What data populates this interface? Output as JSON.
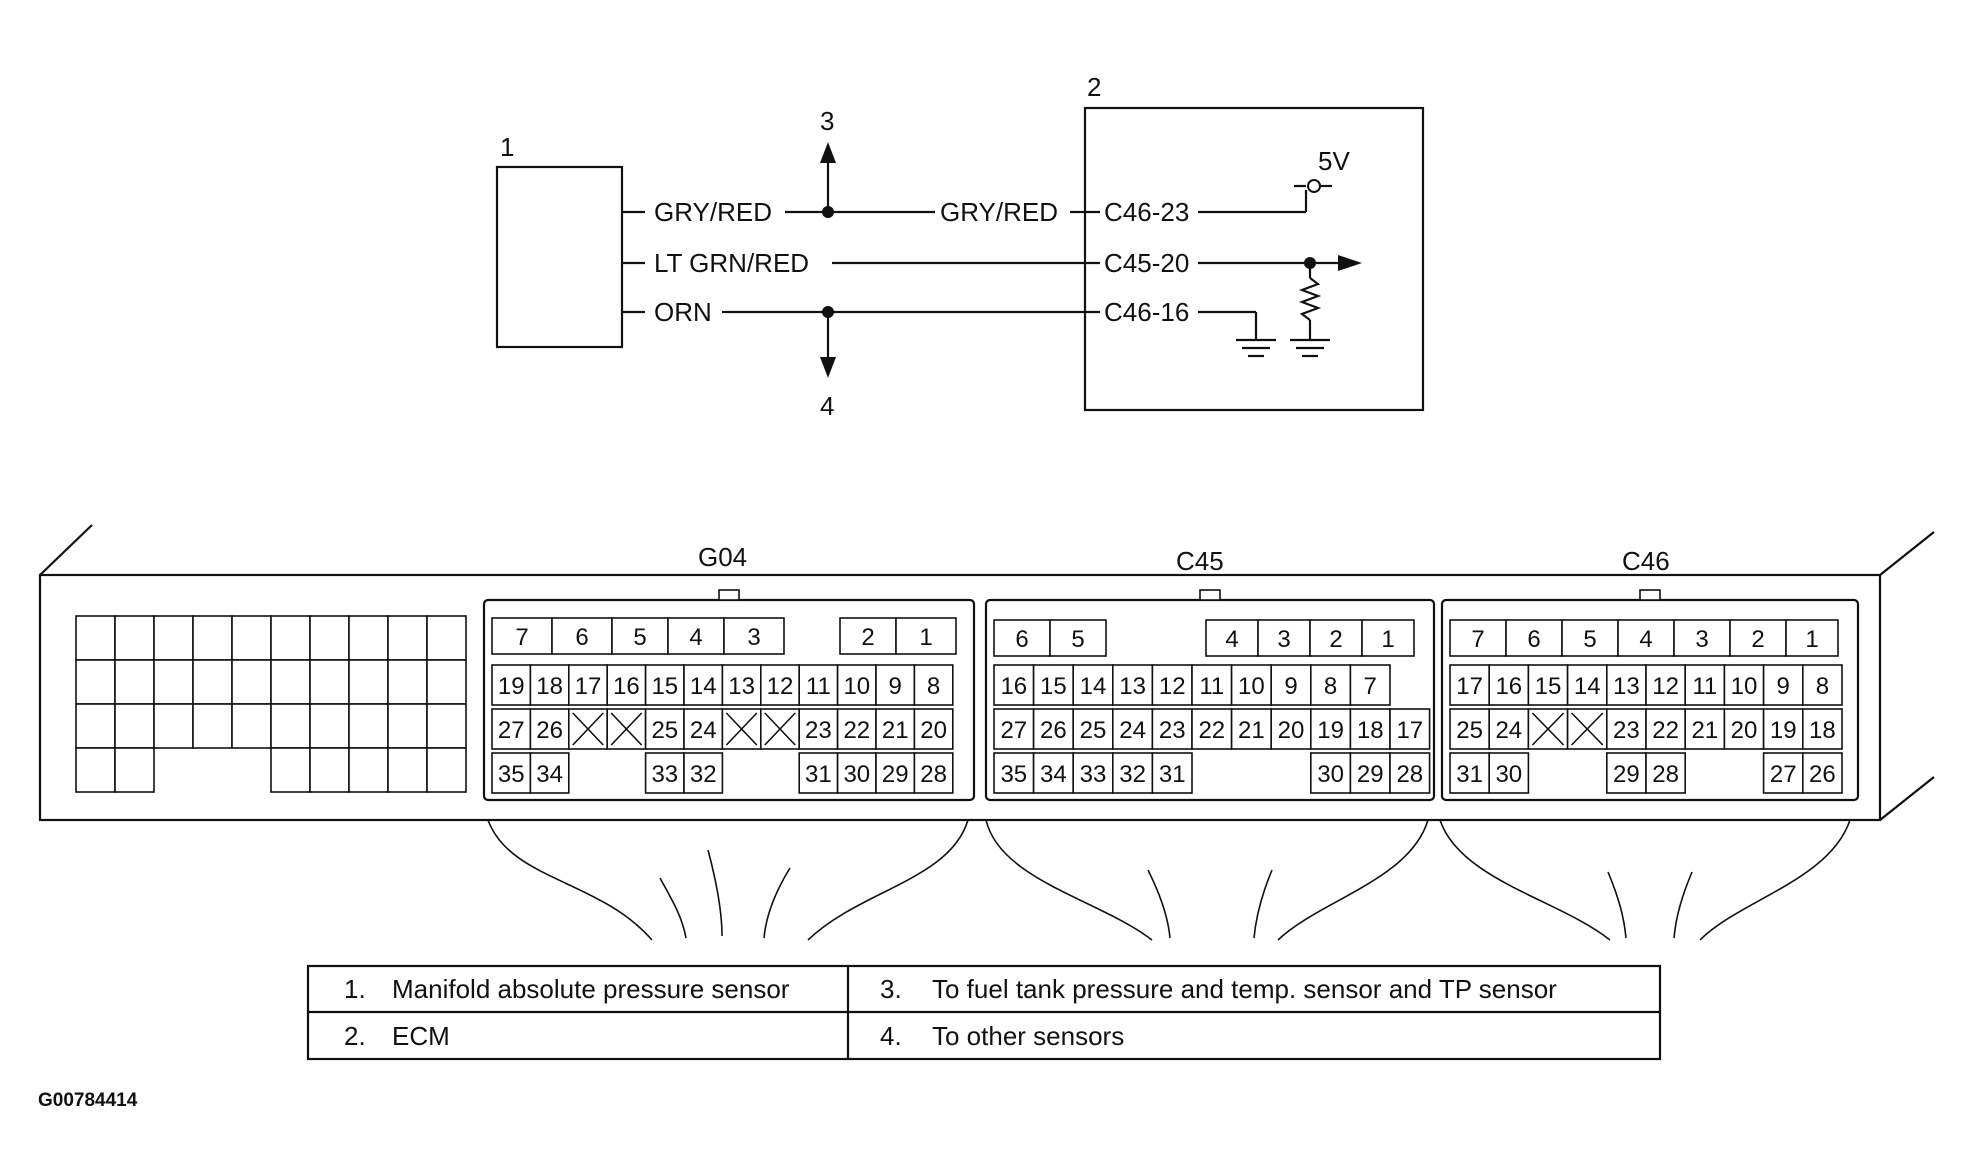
{
  "callouts": {
    "c1": "1",
    "c2": "2",
    "c3": "3",
    "c4": "4"
  },
  "wires": {
    "w1": "GRY/RED",
    "w1b": "GRY/RED",
    "w2": "LT GRN/RED",
    "w3": "ORN"
  },
  "terminals": {
    "t1": "C46-23",
    "t2": "C45-20",
    "t3": "C46-16"
  },
  "supply": "5V",
  "connectors": [
    {
      "name": "G04",
      "top_row": [
        "7",
        "6",
        "5",
        "4",
        "3",
        "",
        "2",
        "1"
      ],
      "row2": [
        "19",
        "18",
        "17",
        "16",
        "15",
        "14",
        "13",
        "12",
        "11",
        "10",
        "9",
        "8"
      ],
      "row3": [
        "27",
        "26",
        "X",
        "X",
        "25",
        "24",
        "X",
        "X",
        "23",
        "22",
        "21",
        "20"
      ],
      "row4": [
        "35",
        "34",
        "",
        "",
        "33",
        "32",
        "",
        "",
        "31",
        "30",
        "29",
        "28"
      ]
    },
    {
      "name": "C45",
      "top_row": [
        "6",
        "5",
        "",
        "4",
        "3",
        "2",
        "1"
      ],
      "row2": [
        "16",
        "15",
        "14",
        "13",
        "12",
        "11",
        "10",
        "9",
        "8",
        "7"
      ],
      "row3": [
        "27",
        "26",
        "25",
        "24",
        "23",
        "22",
        "21",
        "20",
        "19",
        "18",
        "17"
      ],
      "row4": [
        "35",
        "34",
        "33",
        "32",
        "31",
        "",
        "",
        "",
        "30",
        "29",
        "28"
      ]
    },
    {
      "name": "C46",
      "top_row": [
        "7",
        "6",
        "5",
        "4",
        "3",
        "2",
        "1"
      ],
      "row2": [
        "17",
        "16",
        "15",
        "14",
        "13",
        "12",
        "11",
        "10",
        "9",
        "8"
      ],
      "row3": [
        "25",
        "24",
        "X",
        "X",
        "23",
        "22",
        "21",
        "20",
        "19",
        "18"
      ],
      "row4": [
        "31",
        "30",
        "",
        "",
        "29",
        "28",
        "",
        "",
        "27",
        "26"
      ]
    }
  ],
  "legend": {
    "n1": "1.",
    "l1": "Manifold absolute pressure sensor",
    "n2": "2.",
    "l2": "ECM",
    "n3": "3.",
    "l3": "To fuel tank pressure and temp. sensor and TP sensor",
    "n4": "4.",
    "l4": "To other sensors"
  },
  "figure_code": "G00784414"
}
